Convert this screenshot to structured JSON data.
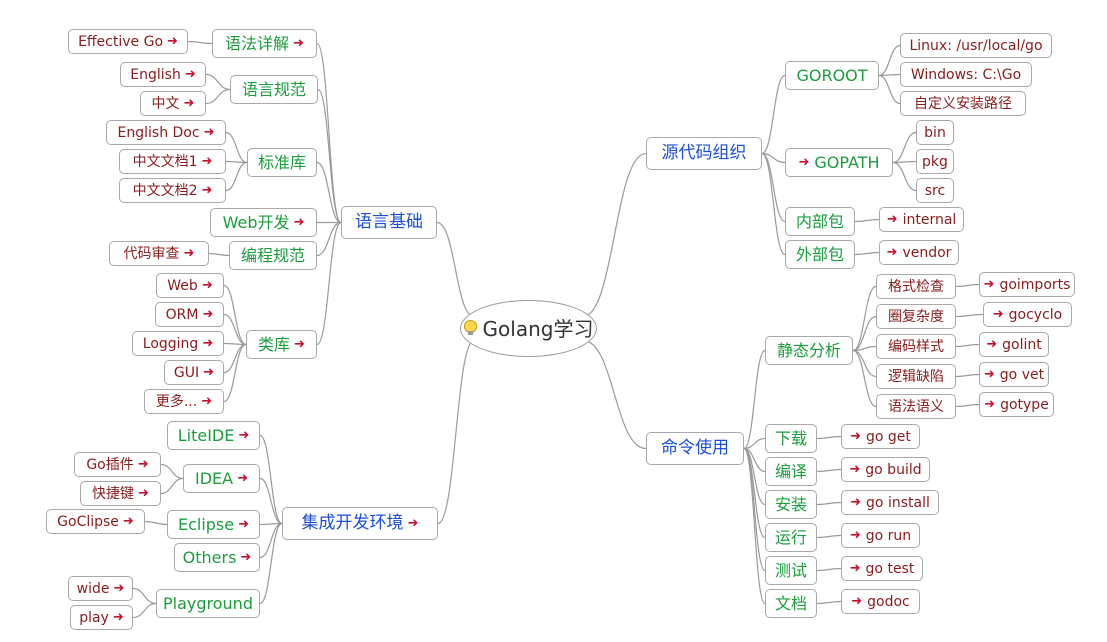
{
  "colors": {
    "level1": "#1b4fd6",
    "level2": "#1a9e3c",
    "leaf": "#8a1c1c",
    "link_arrow": "#c8102e",
    "edge": "#9a9a9a"
  },
  "root": {
    "label": "Golang学习",
    "icon": "lightbulb-icon"
  },
  "branches": [
    {
      "label": "语言基础",
      "children": [
        {
          "label": "语法详解",
          "link": true,
          "children": [
            {
              "label": "Effective Go",
              "link": true
            }
          ]
        },
        {
          "label": "语言规范",
          "children": [
            {
              "label": "English",
              "link": true
            },
            {
              "label": "中文",
              "link": true
            }
          ]
        },
        {
          "label": "标准库",
          "children": [
            {
              "label": "English Doc",
              "link": true
            },
            {
              "label": "中文文档1",
              "link": true
            },
            {
              "label": "中文文档2",
              "link": true
            }
          ]
        },
        {
          "label": "Web开发",
          "link": true
        },
        {
          "label": "编程规范",
          "children": [
            {
              "label": "代码审查",
              "link": true
            }
          ]
        },
        {
          "label": "类库",
          "link": true,
          "children": [
            {
              "label": "Web",
              "link": true
            },
            {
              "label": "ORM",
              "link": true
            },
            {
              "label": "Logging",
              "link": true
            },
            {
              "label": "GUI",
              "link": true
            },
            {
              "label": "更多...",
              "link": true
            }
          ]
        }
      ]
    },
    {
      "label": "集成开发环境",
      "link": true,
      "children": [
        {
          "label": "LiteIDE",
          "link": true
        },
        {
          "label": "IDEA",
          "link": true,
          "children": [
            {
              "label": "Go插件",
              "link": true
            },
            {
              "label": "快捷键",
              "link": true
            }
          ]
        },
        {
          "label": "Eclipse",
          "link": true,
          "children": [
            {
              "label": "GoClipse",
              "link": true
            }
          ]
        },
        {
          "label": "Others",
          "link": true
        },
        {
          "label": "Playground",
          "children": [
            {
              "label": "wide",
              "link": true
            },
            {
              "label": "play",
              "link": true
            }
          ]
        }
      ]
    },
    {
      "label": "源代码组织",
      "children": [
        {
          "label": "GOROOT",
          "children": [
            {
              "label": "Linux:  /usr/local/go"
            },
            {
              "label": "Windows:  C:\\Go"
            },
            {
              "label": "自定义安装路径"
            }
          ]
        },
        {
          "label": "GOPATH",
          "link_before": true,
          "children": [
            {
              "label": "bin"
            },
            {
              "label": "pkg"
            },
            {
              "label": "src"
            }
          ]
        },
        {
          "label": "内部包",
          "children": [
            {
              "label": "internal",
              "link_before": true
            }
          ]
        },
        {
          "label": "外部包",
          "children": [
            {
              "label": "vendor",
              "link_before": true
            }
          ]
        }
      ]
    },
    {
      "label": "命令使用",
      "children": [
        {
          "label": "静态分析",
          "children": [
            {
              "label": "格式检查",
              "children": [
                {
                  "label": "goimports",
                  "link_before": true
                }
              ]
            },
            {
              "label": "圈复杂度",
              "children": [
                {
                  "label": "gocyclo",
                  "link_before": true
                }
              ]
            },
            {
              "label": "编码样式",
              "children": [
                {
                  "label": "golint",
                  "link_before": true
                }
              ]
            },
            {
              "label": "逻辑缺陷",
              "children": [
                {
                  "label": "go vet",
                  "link_before": true
                }
              ]
            },
            {
              "label": "语法语义",
              "children": [
                {
                  "label": "gotype",
                  "link_before": true
                }
              ]
            }
          ]
        },
        {
          "label": "下载",
          "children": [
            {
              "label": "go get",
              "link_before": true
            }
          ]
        },
        {
          "label": "编译",
          "children": [
            {
              "label": "go build",
              "link_before": true
            }
          ]
        },
        {
          "label": "安装",
          "children": [
            {
              "label": "go install",
              "link_before": true
            }
          ]
        },
        {
          "label": "运行",
          "children": [
            {
              "label": "go run",
              "link_before": true
            }
          ]
        },
        {
          "label": "测试",
          "children": [
            {
              "label": "go test",
              "link_before": true
            }
          ]
        },
        {
          "label": "文档",
          "children": [
            {
              "label": "godoc",
              "link_before": true
            }
          ]
        }
      ]
    }
  ]
}
